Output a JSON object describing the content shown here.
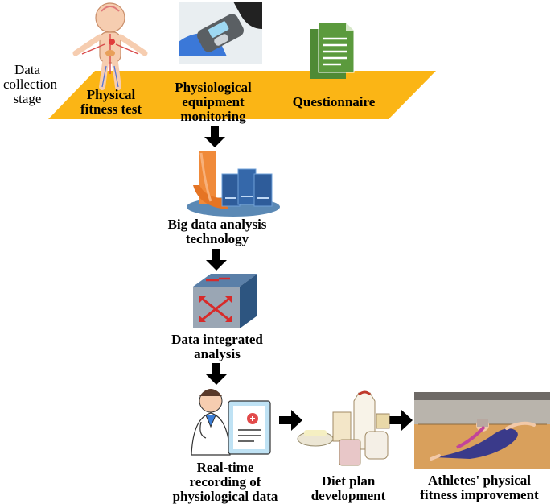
{
  "stage_label": [
    "Data",
    "collection",
    "stage"
  ],
  "band_color": "#FBB515",
  "arrow_color": "#000000",
  "nodes": {
    "fitness_test": [
      "Physical",
      "fitness test"
    ],
    "equipment": [
      "Physiological",
      "equipment",
      "monitoring"
    ],
    "questionnaire": [
      "Questionnaire"
    ],
    "big_data": [
      "Big data analysis",
      "technology"
    ],
    "integrated": [
      "Data integrated",
      "analysis"
    ],
    "recording": [
      "Real-time",
      "recording of",
      "physiological data"
    ],
    "diet": [
      "Diet plan",
      "development"
    ],
    "improvement": [
      "Athletes' physical",
      "fitness improvement"
    ]
  },
  "icons": {
    "fitness_test": "human-anatomy-icon",
    "equipment": "pulse-oximeter-icon",
    "questionnaire": "documents-icon",
    "big_data": "server-cluster-icon",
    "integrated": "data-switch-cube-icon",
    "recording": "doctor-clipboard-icon",
    "diet": "dairy-food-icon",
    "improvement": "gymnast-photo-icon"
  }
}
